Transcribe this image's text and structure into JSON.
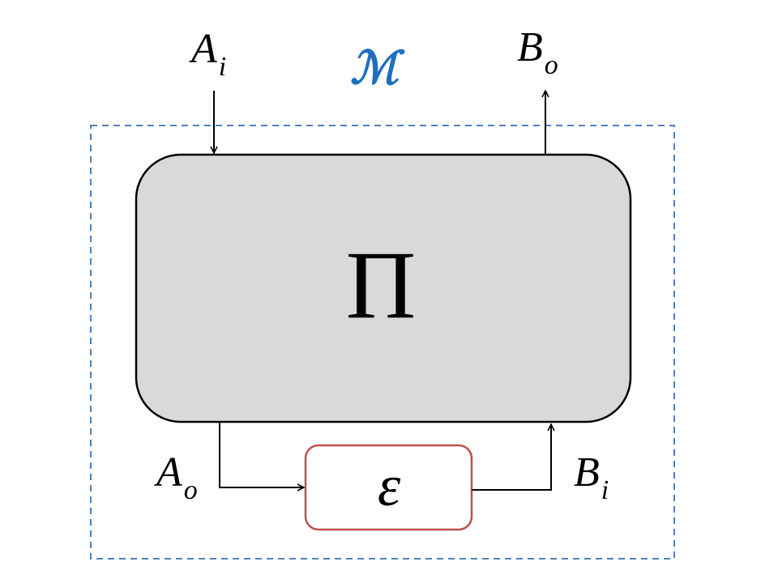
{
  "labels": {
    "a_in": {
      "main": "A",
      "sub": "i"
    },
    "b_out": {
      "main": "B",
      "sub": "o"
    },
    "a_out": {
      "main": "A",
      "sub": "o"
    },
    "b_in": {
      "main": "B",
      "sub": "i"
    },
    "outer": "ℳ",
    "protocol": "Π",
    "environment": "ε"
  },
  "colors": {
    "outer_border": "#4f81bd",
    "outer_label": "#1f6fbf",
    "protocol_fill": "#d9d9d9",
    "protocol_stroke": "#000000",
    "environment_stroke": "#c0504d",
    "arrow": "#000000"
  }
}
